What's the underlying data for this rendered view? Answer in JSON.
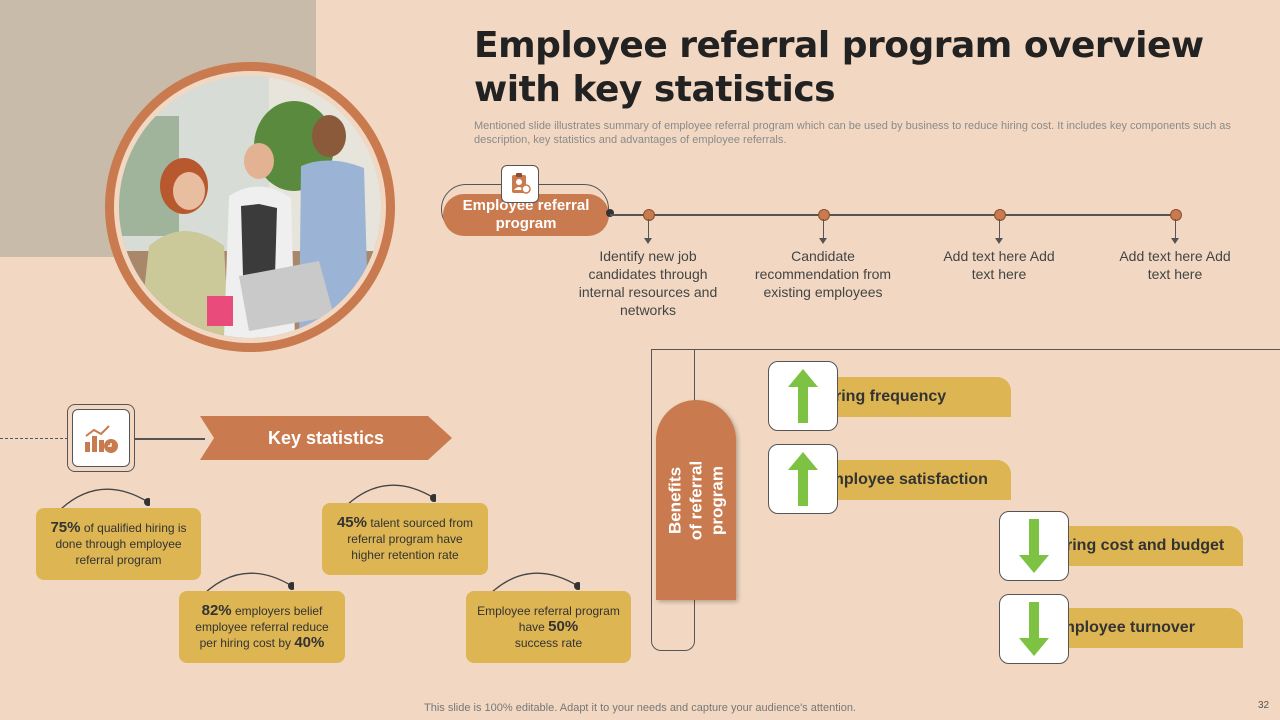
{
  "header": {
    "title": "Employee referral program overview with key statistics",
    "subtitle": "Mentioned slide illustrates summary of employee referral program which can be used by business to reduce hiring cost. It includes key components such as description, key statistics and advantages of employee referrals."
  },
  "program": {
    "label": "Employee referral program",
    "steps": [
      "Identify new job candidates through internal resources and networks",
      "Candidate recommendation from existing employees",
      "Add text here Add text here",
      "Add text here Add text here"
    ]
  },
  "key_statistics": {
    "label": "Key statistics",
    "stats": [
      {
        "value": "75%",
        "text": "of qualified hiring is done through employee referral program"
      },
      {
        "value": "45%",
        "text": "talent sourced from referral program have higher retention rate"
      },
      {
        "value": "82%",
        "text": "employers belief employee referral reduce per hiring cost by",
        "value2": "40%"
      },
      {
        "text": "Employee referral program have",
        "value": "50%",
        "text2": "success rate"
      }
    ]
  },
  "benefits": {
    "label": "Benefits of referral program",
    "items": [
      {
        "label": "Hiring frequency",
        "direction": "up"
      },
      {
        "label": "Employee satisfaction",
        "direction": "up"
      },
      {
        "label": "Hiring cost and budget",
        "direction": "down"
      },
      {
        "label": "Employee turnover",
        "direction": "down"
      }
    ]
  },
  "footer": {
    "note": "This slide is 100% editable. Adapt it to your needs and capture your audience's attention.",
    "page": "32"
  },
  "colors": {
    "background": "#F2D8C2",
    "accent": "#C97A4E",
    "gold": "#DDB552",
    "green": "#7DC242"
  }
}
